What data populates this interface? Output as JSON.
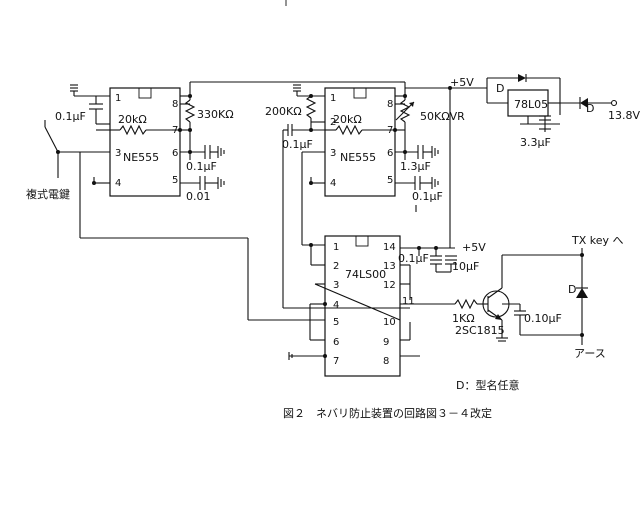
{
  "labels": {
    "c_01uf_left": "0.1μF",
    "r_20k_a": "20kΩ",
    "ic1": "NE555",
    "r_330k": "330KΩ",
    "c_01uf_p6a": "0.1μF",
    "c_001": "0.01",
    "switch": "複式電鍵",
    "r_200k": "200KΩ",
    "r_20k_b": "20kΩ",
    "c_01uf_b": "0.1μF",
    "ic2": "NE555",
    "vr_50k": "50KΩVR",
    "c_13uf": "1.3μF",
    "c_01uf_p5b": "0.1μF",
    "plus5v_top": "+5V",
    "d_top": "D",
    "reg": "78L05",
    "d_right": "D",
    "v138": "13.8V",
    "c_33uf": "3.3μF",
    "ic3": "74LS00",
    "plus5v_mid": "+5V",
    "c_01uf_74": "0.1μF",
    "c_10uf": "10μF",
    "r_1k": "1KΩ",
    "transistor": "2SC1815",
    "c_010uf": "0.10μF",
    "txkey": "TX key へ",
    "d_tx": "D",
    "ground": "アース",
    "note": "D：型名任意",
    "title": "図２　ネバリ防止装置の回路図３－４改定"
  },
  "pins": {
    "ic1": [
      "1",
      "8",
      "7",
      "3",
      "6",
      "4",
      "5"
    ],
    "ic2": [
      "1",
      "8",
      "2",
      "7",
      "3",
      "6",
      "4",
      "5"
    ],
    "ic3": [
      "1",
      "14",
      "2",
      "13",
      "3",
      "12",
      "4",
      "11",
      "5",
      "10",
      "9",
      "6",
      "7",
      "8"
    ]
  },
  "colors": {
    "ink": "#111111",
    "paper": "#ffffff"
  }
}
